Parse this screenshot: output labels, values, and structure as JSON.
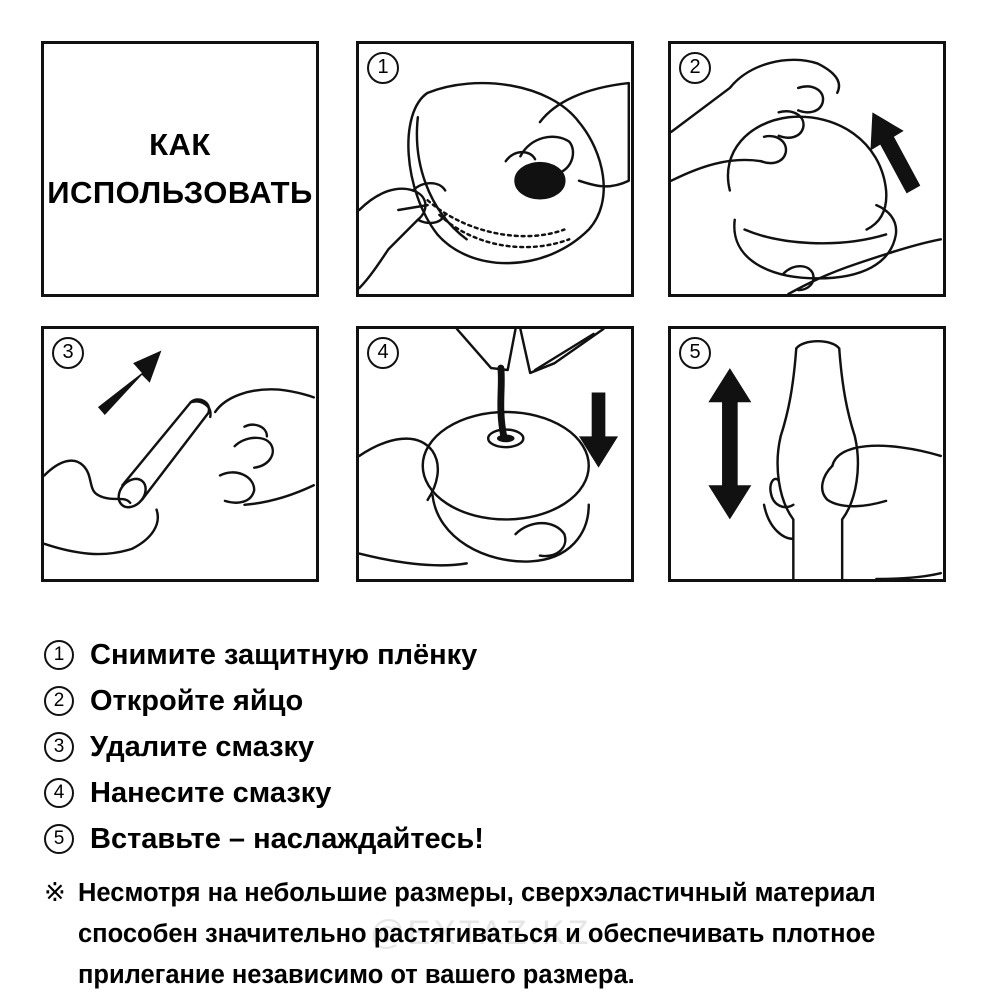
{
  "title": {
    "line1": "КАК",
    "line2": "ИСПОЛЬЗОВАТЬ"
  },
  "panels": [
    {
      "num": "1",
      "icons": [
        "hand-icon",
        "egg-icon"
      ]
    },
    {
      "num": "2",
      "icons": [
        "hand-icon",
        "egg-icon",
        "arrow-up-right-icon"
      ]
    },
    {
      "num": "3",
      "icons": [
        "arrow-up-right-icon",
        "hand-icon",
        "tube-icon"
      ]
    },
    {
      "num": "4",
      "icons": [
        "lubricant-bottle-icon",
        "egg-icon",
        "arrow-down-icon"
      ]
    },
    {
      "num": "5",
      "icons": [
        "arrow-up-down-icon",
        "sleeve-icon",
        "hand-icon"
      ]
    }
  ],
  "steps": [
    {
      "num": "1",
      "text": "Снимите защитную плёнку"
    },
    {
      "num": "2",
      "text": "Откройте яйцо"
    },
    {
      "num": "3",
      "text": "Удалите смазку"
    },
    {
      "num": "4",
      "text": "Нанесите смазку"
    },
    {
      "num": "5",
      "text": "Вставьте – наслаждайтесь!"
    }
  ],
  "note": {
    "mark": "※",
    "line1": "Несмотря на небольшие размеры, сверхэластичный материал",
    "line2": "способен значительно растягиваться и обеспечивать плотное",
    "line3": "прилегание независимо от вашего размера."
  },
  "watermark": "@EXTAZ.KZ",
  "colors": {
    "ink": "#111111",
    "background": "#ffffff",
    "watermark": "#e6e6e6"
  }
}
